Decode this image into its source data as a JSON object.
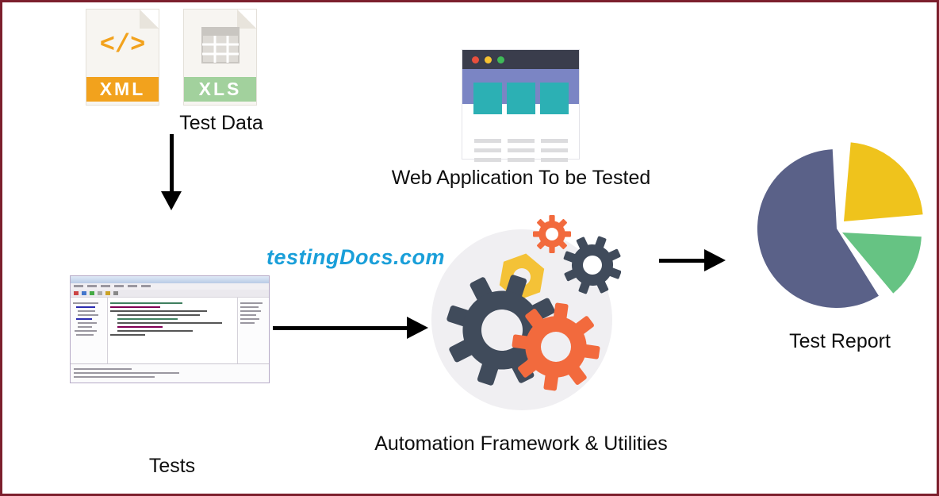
{
  "page": {
    "border_color": "#7c1f2d",
    "background": "#ffffff"
  },
  "watermark": {
    "text": "testingDocs.com",
    "color": "#1a9fd9"
  },
  "test_data": {
    "label": "Test Data",
    "xml_file": {
      "label": "XML",
      "band_color": "#f2a21d",
      "glyph": "</>",
      "glyph_color": "#f2a21d"
    },
    "xls_file": {
      "label": "XLS",
      "band_color": "#a2d19d"
    }
  },
  "web_app": {
    "label": "Web Application To be Tested"
  },
  "tests": {
    "label": "Tests"
  },
  "framework": {
    "label": "Automation Framework & Utilities"
  },
  "report": {
    "label": "Test Report"
  },
  "colors": {
    "arrow": "#000000",
    "gear_bg": "#f0eff2",
    "gear_dark": "#404b5b",
    "gear_orange": "#f26a3d",
    "gear_yellow": "#f4c237",
    "pie_main": "#5a6188",
    "pie_yellow": "#efc31c",
    "pie_green": "#66c383",
    "browser_header": "#3a3d4c",
    "browser_band": "#7b85c4",
    "browser_tile": "#2cb0b4",
    "dot_red": "#e94f3d",
    "dot_yellow": "#f6c231",
    "dot_green": "#3fba58",
    "sheet_icon_gray": "#c9c6c1"
  }
}
